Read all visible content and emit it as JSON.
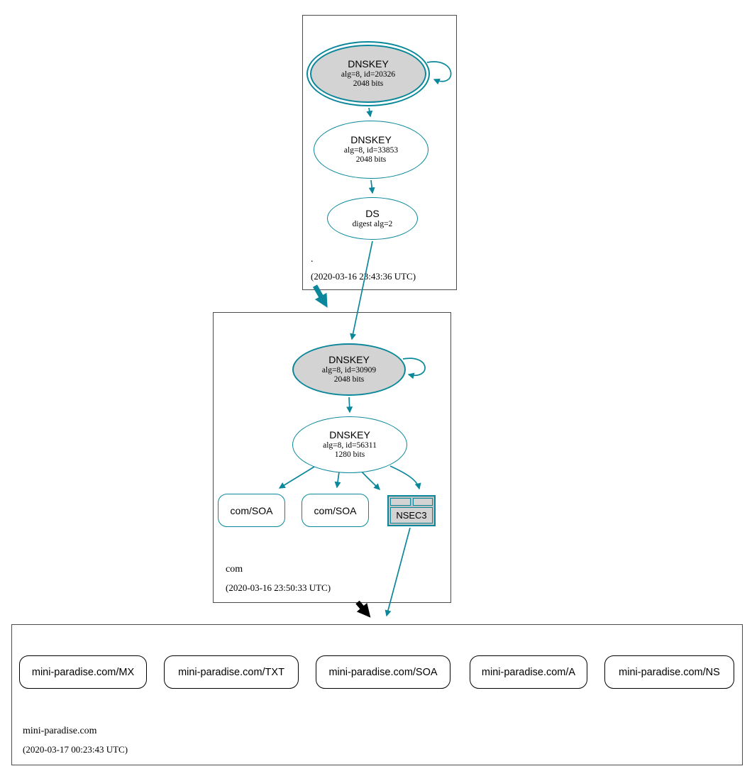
{
  "graph": {
    "colors": {
      "secure": "#0a879a",
      "insecure": "#000000",
      "node_fill_gray": "#d3d3d3",
      "zone_border": "#4b4b4b"
    },
    "zones": {
      "root": {
        "label": ".",
        "timestamp": "(2020-03-16 23:43:36 UTC)",
        "ksk": {
          "title": "DNSKEY",
          "detail1": "alg=8, id=20326",
          "detail2": "2048 bits"
        },
        "zsk": {
          "title": "DNSKEY",
          "detail1": "alg=8, id=33853",
          "detail2": "2048 bits"
        },
        "ds": {
          "title": "DS",
          "detail1": "digest alg=2"
        }
      },
      "com": {
        "label": "com",
        "timestamp": "(2020-03-16 23:50:33 UTC)",
        "ksk": {
          "title": "DNSKEY",
          "detail1": "alg=8, id=30909",
          "detail2": "2048 bits"
        },
        "zsk": {
          "title": "DNSKEY",
          "detail1": "alg=8, id=56311",
          "detail2": "1280 bits"
        },
        "soa1": {
          "label": "com/SOA"
        },
        "soa2": {
          "label": "com/SOA"
        },
        "nsec3": {
          "label": "NSEC3"
        }
      },
      "mini_paradise": {
        "label": "mini-paradise.com",
        "timestamp": "(2020-03-17 00:23:43 UTC)",
        "rrsets": [
          {
            "label": "mini-paradise.com/MX"
          },
          {
            "label": "mini-paradise.com/TXT"
          },
          {
            "label": "mini-paradise.com/SOA"
          },
          {
            "label": "mini-paradise.com/A"
          },
          {
            "label": "mini-paradise.com/NS"
          }
        ]
      }
    }
  }
}
